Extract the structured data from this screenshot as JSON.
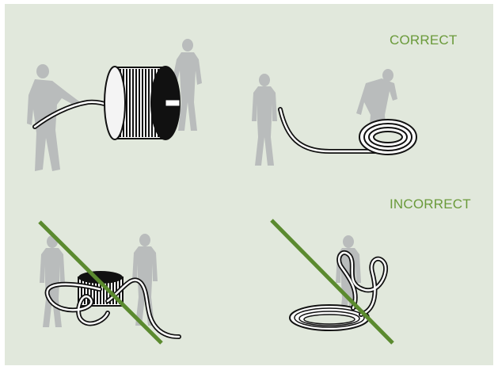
{
  "labels": {
    "correct": "CORRECT",
    "incorrect": "INCORRECT"
  },
  "colors": {
    "background": "#e1e8dc",
    "label_text": "#6a9a3a",
    "silhouette": "#b9bcbc",
    "strike_line": "#5b8a2f",
    "cable_stroke": "#111111",
    "cable_fill": "#ffffff"
  },
  "panels": [
    {
      "id": "reel-pull",
      "verdict": "correct",
      "icons": [
        "person-silhouette",
        "person-silhouette",
        "cable-reel",
        "cable"
      ]
    },
    {
      "id": "ground-coil-pull",
      "verdict": "correct",
      "icons": [
        "person-silhouette",
        "person-silhouette",
        "cable-coil",
        "cable"
      ]
    },
    {
      "id": "tangled-reel",
      "verdict": "incorrect",
      "icons": [
        "person-silhouette",
        "person-silhouette",
        "cable-reel",
        "cable-loops",
        "strike-line"
      ]
    },
    {
      "id": "twisted-coil",
      "verdict": "incorrect",
      "icons": [
        "person-silhouette",
        "cable-coil",
        "cable-loops",
        "strike-line"
      ]
    }
  ]
}
